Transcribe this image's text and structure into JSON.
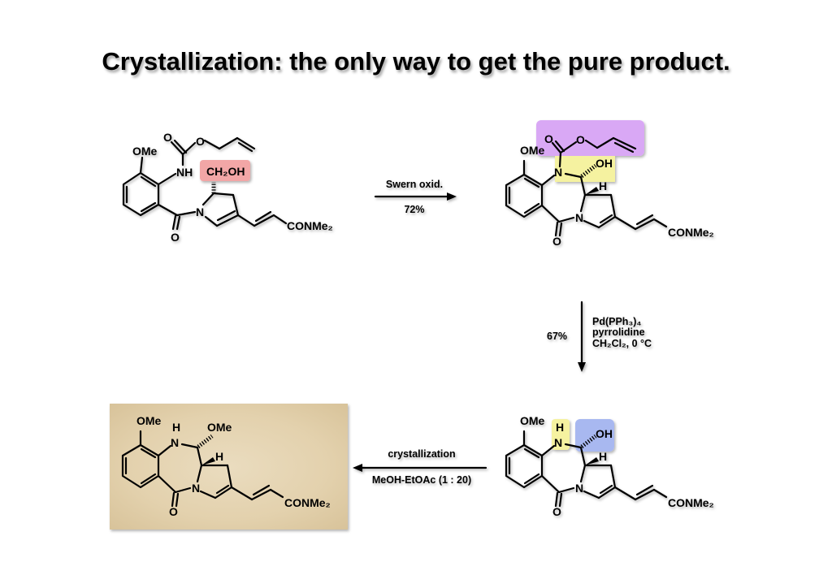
{
  "title": "Crystallization: the only way to get the pure product.",
  "colors": {
    "pink_highlight": "#f2a6a6",
    "purple_highlight": "#d9a8f5",
    "yellow_highlight": "#f5f2a0",
    "blue_highlight": "#a8b8f0",
    "parchment": "#e6d5b3"
  },
  "start_material": {
    "ome": "OMe",
    "nh": "NH",
    "ch2oh": "CH₂OH",
    "o_carbonyl": "O",
    "o_ester": "O",
    "n_ring": "N",
    "o_amide": "O",
    "amide": "CONMe₂"
  },
  "step1": {
    "reagent": "Swern oxid.",
    "yield": "72%"
  },
  "product1": {
    "ome": "OMe",
    "n": "N",
    "oh": "OH",
    "h": "H",
    "o_carbonyl": "O",
    "o_ester": "O",
    "n_ring": "N",
    "o_amide": "O",
    "amide": "CONMe₂"
  },
  "step2": {
    "reagent1": "Pd(PPh₃)₄",
    "reagent2": "pyrrolidine",
    "reagent3": "CH₂Cl₂, 0 °C",
    "yield": "67%"
  },
  "product2": {
    "ome": "OMe",
    "n": "N",
    "nh_h": "H",
    "oh": "OH",
    "h": "H",
    "n_ring": "N",
    "o_amide": "O",
    "amide": "CONMe₂"
  },
  "step3": {
    "reagent": "crystallization",
    "solvent": "MeOH-EtOAc (1 : 20)"
  },
  "product3": {
    "ome": "OMe",
    "n": "N",
    "nh_h": "H",
    "ome2": "OMe",
    "h": "H",
    "n_ring": "N",
    "o_amide": "O",
    "amide": "CONMe₂"
  }
}
